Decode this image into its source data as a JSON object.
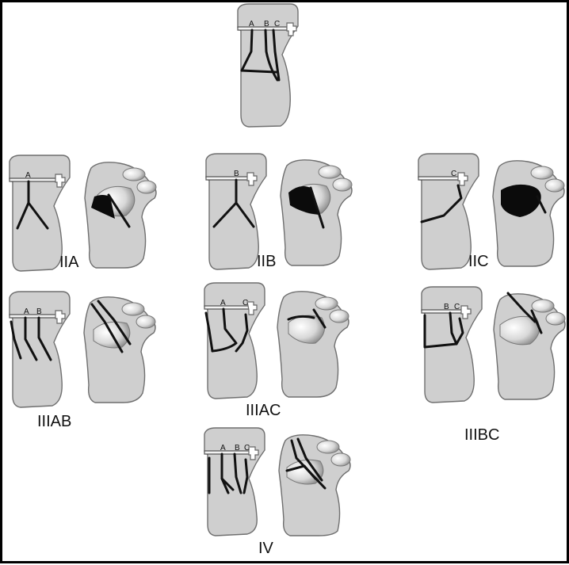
{
  "diagram": {
    "types": [
      {
        "id": "top",
        "label": "",
        "letters": [
          "A",
          "B",
          "C"
        ]
      },
      {
        "id": "IIA",
        "label": "IIA",
        "letters": [
          "A"
        ]
      },
      {
        "id": "IIB",
        "label": "IIB",
        "letters": [
          "B"
        ]
      },
      {
        "id": "IIC",
        "label": "IIC",
        "letters": [
          "C"
        ]
      },
      {
        "id": "IIIAB",
        "label": "IIIAB",
        "letters": [
          "A",
          "B"
        ]
      },
      {
        "id": "IIIAC",
        "label": "IIIAC",
        "letters": [
          "A",
          "C"
        ]
      },
      {
        "id": "IIIBC",
        "label": "IIIBC",
        "letters": [
          "B",
          "C"
        ]
      },
      {
        "id": "IV",
        "label": "IV",
        "letters": [
          "A",
          "B",
          "C"
        ]
      }
    ]
  }
}
